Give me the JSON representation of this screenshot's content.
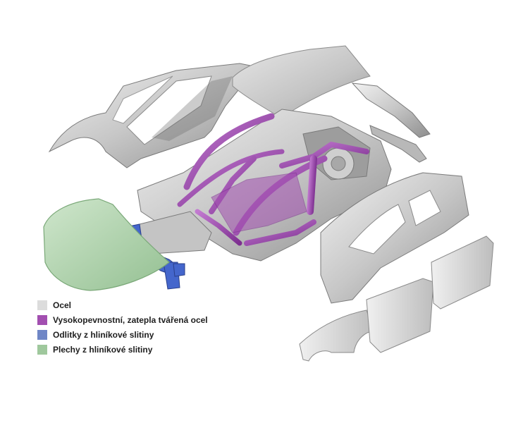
{
  "legend": {
    "items": [
      {
        "label": "Ocel",
        "color": "#dcdcdc"
      },
      {
        "label": "Vysokopevnostní, zatepla tvářená ocel",
        "color": "#a24fb0"
      },
      {
        "label": "Odlitky z hliníkové slitiny",
        "color": "#6f86c6"
      },
      {
        "label": "Plechy z hliníkové slitiny",
        "color": "#9fc89d"
      }
    ]
  }
}
